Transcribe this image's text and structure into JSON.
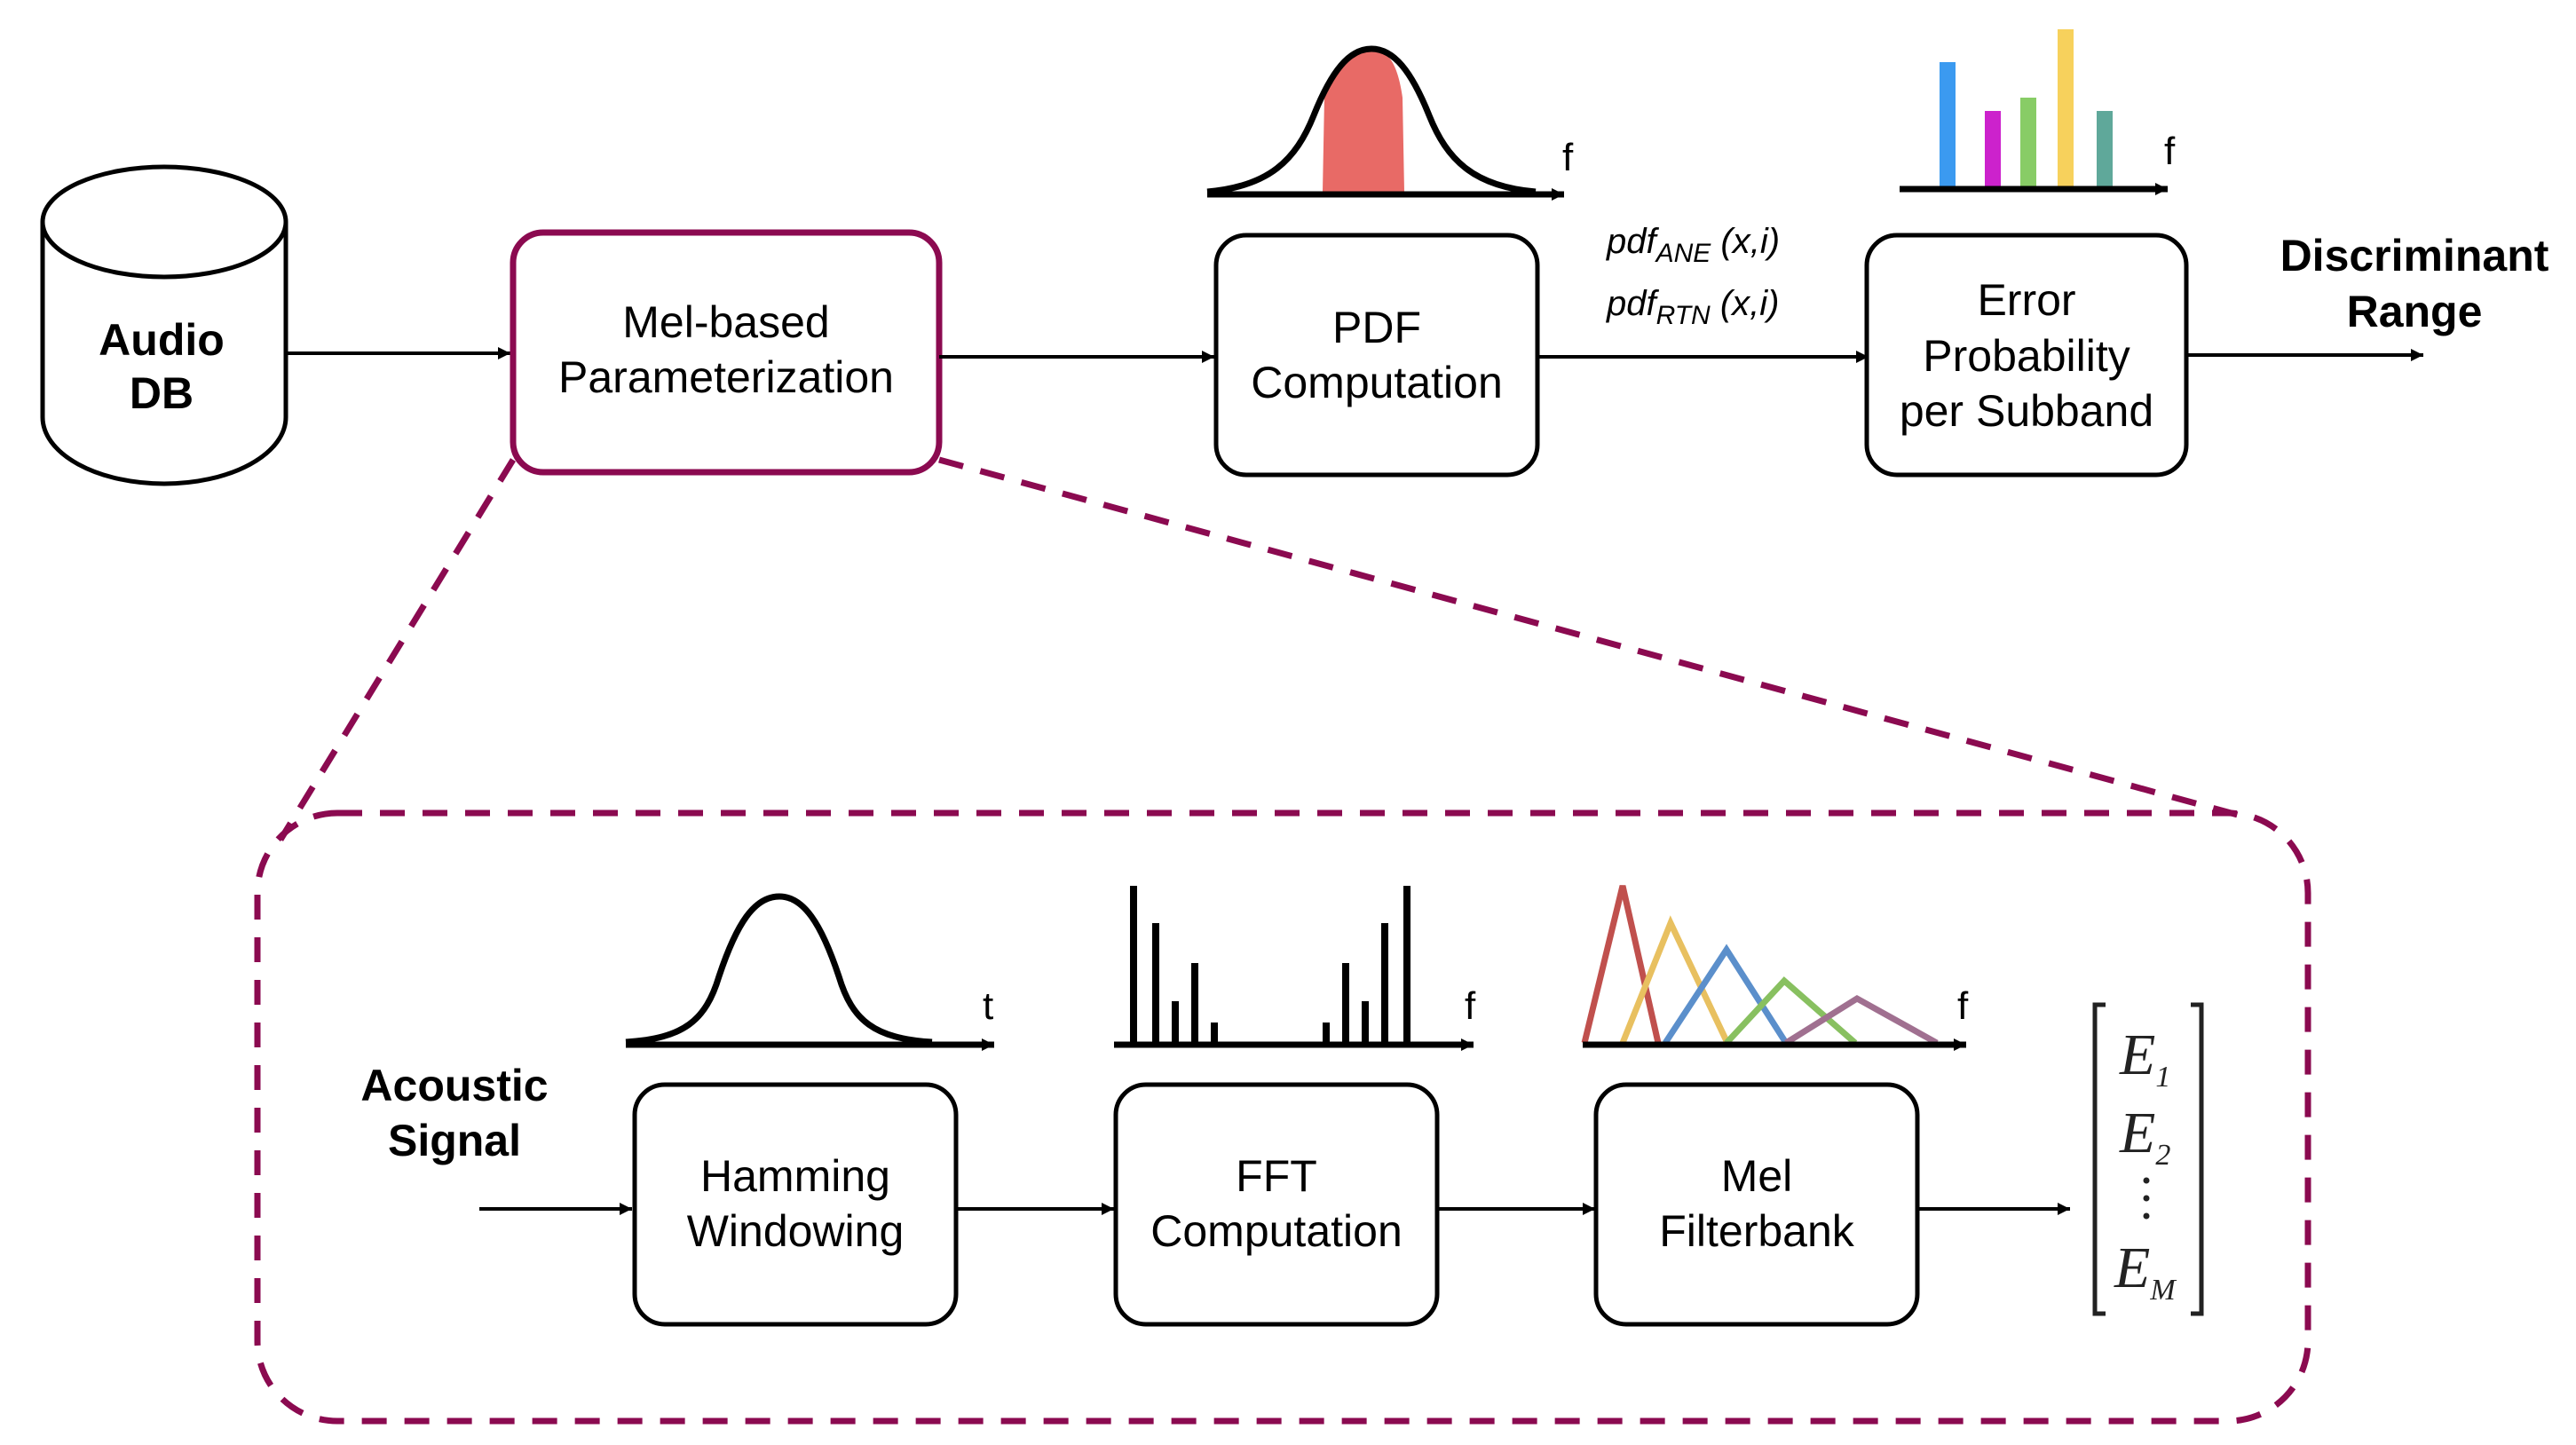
{
  "colors": {
    "accent": "#8B0A50",
    "stroke": "#000000",
    "pdf_fill": "#E86A66",
    "bars": [
      "#3B9AF0",
      "#CC22CC",
      "#88CC66",
      "#F7D15C",
      "#5FA89A"
    ],
    "mel_filters": [
      "#C0504D",
      "#E8C060",
      "#5B8FCB",
      "#88C060",
      "#A07090"
    ]
  },
  "top_row": {
    "audio_db": {
      "line1": "Audio",
      "line2": "DB"
    },
    "mel_param": {
      "line1": "Mel-based",
      "line2": "Parameterization"
    },
    "pdf_comp": {
      "line1": "PDF",
      "line2": "Computation",
      "axis": "f"
    },
    "pdf_labels": {
      "l1_base": "pdf",
      "l1_sub": "ANE",
      "l1_args": " (x,i)",
      "l2_base": "pdf",
      "l2_sub": "RTN",
      "l2_args": " (x,i)"
    },
    "error_prob": {
      "line1": "Error",
      "line2": "Probability",
      "line3": "per Subband",
      "axis": "f"
    },
    "output": {
      "line1": "Discriminant",
      "line2": "Range"
    }
  },
  "detail": {
    "input": {
      "line1": "Acoustic",
      "line2": "Signal"
    },
    "hamming": {
      "line1": "Hamming",
      "line2": "Windowing",
      "axis": "t"
    },
    "fft": {
      "line1": "FFT",
      "line2": "Computation",
      "axis": "f"
    },
    "mel_fb": {
      "line1": "Mel",
      "line2": "Filterbank",
      "axis": "f"
    },
    "vector": {
      "e1": "E",
      "e1_sub": "1",
      "e2": "E",
      "e2_sub": "2",
      "em": "E",
      "em_sub": "M"
    }
  }
}
